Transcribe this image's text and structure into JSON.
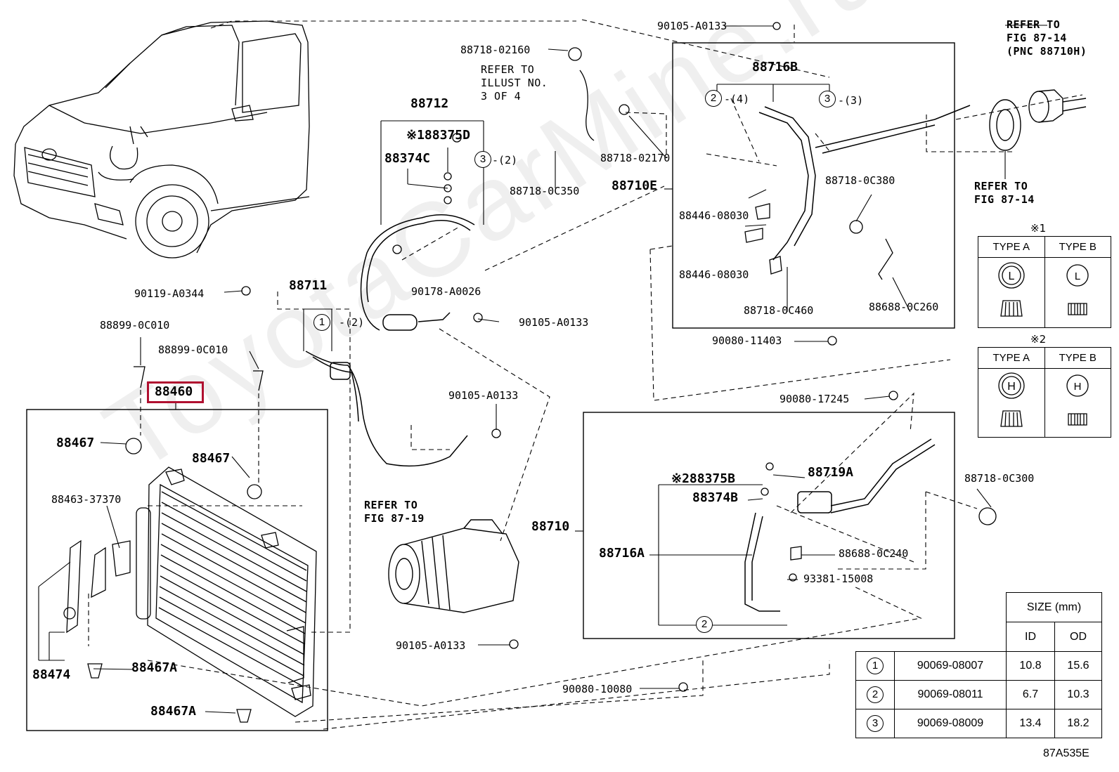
{
  "watermark": "ToyotaCarMine.ru",
  "figure_id": "87A535E",
  "highlighted_part": "88460",
  "labels": {
    "p88460": "88460",
    "p88467_a": "88467",
    "p88467_b": "88467",
    "p88467A_a": "88467A",
    "p88467A_b": "88467A",
    "p88463": "88463-37370",
    "p88474": "88474",
    "p88899_a": "88899-0C010",
    "p88899_b": "88899-0C010",
    "p90119": "90119-A0344",
    "p88711": "88711",
    "p88712": "88712",
    "p88375D": "※188375D",
    "p88374C": "88374C",
    "p90178": "90178-A0026",
    "p90105_mid": "90105-A0133",
    "p90105_low": "90105-A0133",
    "p90105_bot": "90105-A0133",
    "p90105_top": "90105-A0133",
    "p88718_02160": "88718-02160",
    "p88718_02170": "88718-02170",
    "p88718_0C350": "88718-0C350",
    "p88716B": "88716B",
    "p88710E": "88710E",
    "p88446_a": "88446-08030",
    "p88446_b": "88446-08030",
    "p88718_0C380": "88718-0C380",
    "p88718_0C460": "88718-0C460",
    "p88688_0C260": "88688-0C260",
    "p90080_11403": "90080-11403",
    "p90080_17245": "90080-17245",
    "p90080_10080": "90080-10080",
    "p88710": "88710",
    "p88716A": "88716A",
    "p88375B": "※288375B",
    "p88374B": "88374B",
    "p88719A": "88719A",
    "p88688_0C240": "88688-0C240",
    "p93381": "93381-15008",
    "p88718_0C300": "88718-0C300",
    "qty_4": "-(4)",
    "qty_3a": "-(3)",
    "qty_2a": "-(2)",
    "qty_2b": "-(2)"
  },
  "refs": {
    "illust": "REFER TO\nILLUST NO.\n3 OF 4",
    "fig_87_19": "REFER TO\nFIG 87-19",
    "fig_87_14_top": "REFER TO\nFIG 87-14\n(PNC 88710H)",
    "fig_87_14": "REFER TO\nFIG 87-14"
  },
  "circles": {
    "c2_top": "2",
    "c3_top": "3",
    "c3_mid": "3",
    "c1_mid": "1",
    "c2_bot": "2"
  },
  "type_tables": [
    {
      "mark": "※1",
      "col_a": "TYPE A",
      "col_b": "TYPE B",
      "symbol_a": "L",
      "symbol_b": "L"
    },
    {
      "mark": "※2",
      "col_a": "TYPE A",
      "col_b": "TYPE B",
      "symbol_a": "H",
      "symbol_b": "H"
    }
  ],
  "size_table": {
    "title": "SIZE (mm)",
    "col_id": "ID",
    "col_od": "OD",
    "rows": [
      {
        "ref": "1",
        "part": "90069-08007",
        "id": "10.8",
        "od": "15.6"
      },
      {
        "ref": "2",
        "part": "90069-08011",
        "id": "6.7",
        "od": "10.3"
      },
      {
        "ref": "3",
        "part": "90069-08009",
        "id": "13.4",
        "od": "18.2"
      }
    ]
  }
}
